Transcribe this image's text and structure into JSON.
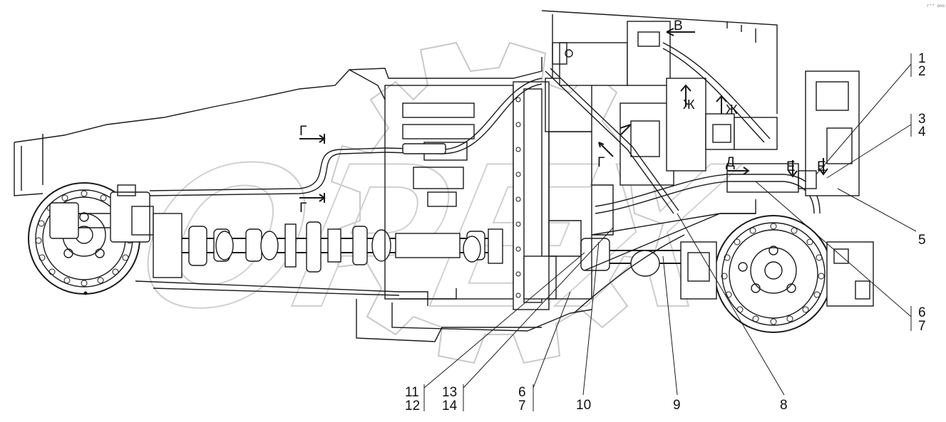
{
  "watermark_text": "ОРЕХ",
  "corner_mark": "г°° ооо",
  "view_labels": {
    "V": "В",
    "G_top": "Г",
    "G_bottom": "Г",
    "G_mid": "Г",
    "D": "Д",
    "E1": "Е",
    "E2": "Е",
    "ZH1": "Ж",
    "ZH2": "Ж"
  },
  "callouts": {
    "c1_2": {
      "top": "1",
      "bottom": "2"
    },
    "c3_4": {
      "top": "3",
      "bottom": "4"
    },
    "c5": "5",
    "c6_7_right": {
      "top": "6",
      "bottom": "7"
    },
    "c8": "8",
    "c9": "9",
    "c10": "10",
    "c6_7_bottom": {
      "top": "6",
      "bottom": "7"
    },
    "c13_14": {
      "top": "13",
      "bottom": "14"
    },
    "c11_12": {
      "top": "11",
      "bottom": "12"
    }
  }
}
